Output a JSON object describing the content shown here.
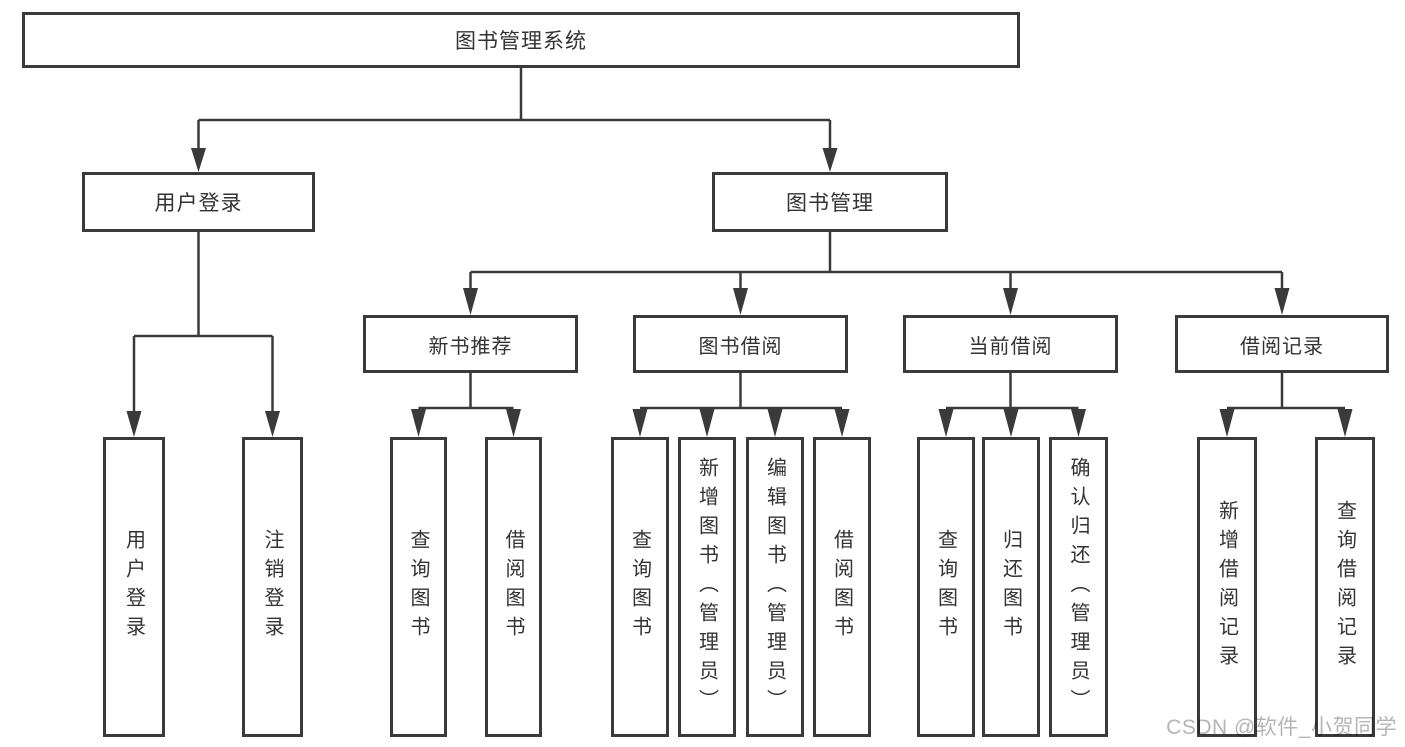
{
  "diagram": {
    "root": {
      "label": "图书管理系统"
    },
    "branches": [
      {
        "label": "用户登录",
        "leaves": [
          {
            "label": "用户登录"
          },
          {
            "label": "注销登录"
          }
        ]
      },
      {
        "label": "图书管理",
        "groups": [
          {
            "label": "新书推荐",
            "leaves": [
              {
                "label": "查询图书"
              },
              {
                "label": "借阅图书"
              }
            ]
          },
          {
            "label": "图书借阅",
            "leaves": [
              {
                "label": "查询图书"
              },
              {
                "label": "新增图书（管理员）"
              },
              {
                "label": "编辑图书（管理员）"
              },
              {
                "label": "借阅图书"
              }
            ]
          },
          {
            "label": "当前借阅",
            "leaves": [
              {
                "label": "查询图书"
              },
              {
                "label": "归还图书"
              },
              {
                "label": "确认归还（管理员）"
              }
            ]
          },
          {
            "label": "借阅记录",
            "leaves": [
              {
                "label": "新增借阅记录"
              },
              {
                "label": "查询借阅记录"
              }
            ]
          }
        ]
      }
    ]
  },
  "watermark": {
    "text": "CSDN @软件_小贺同学"
  },
  "colors": {
    "line": "#3a3a3a",
    "box_border": "#3a3a3a",
    "box_fill": "#ffffff",
    "text": "#333333",
    "watermark": "#b5b5b5",
    "background": "#ffffff"
  }
}
